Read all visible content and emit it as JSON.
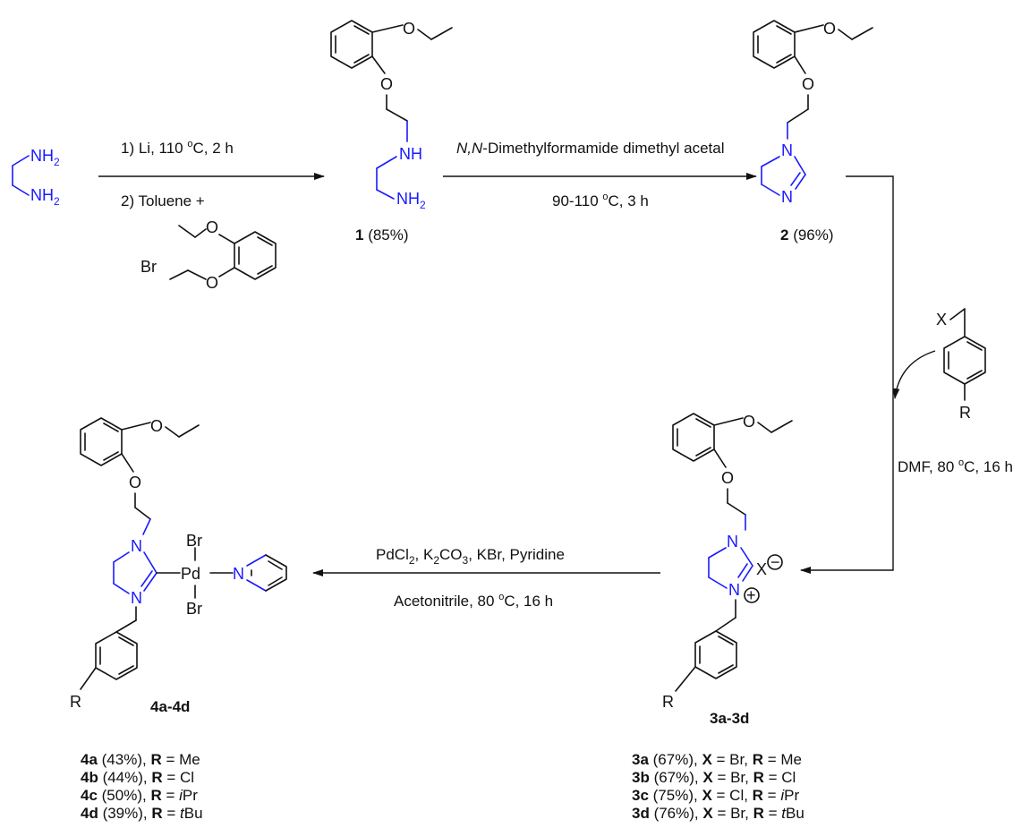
{
  "atoms": {
    "nh2": "NH",
    "nh": "NH",
    "n": "N",
    "o": "O",
    "br": "Br",
    "x": "X",
    "r": "R",
    "pd": "Pd",
    "sub2": "2",
    "minus": "−",
    "plus": "+"
  },
  "step1": {
    "line1_prefix": "1) Li, 110 ",
    "line1_sup": "o",
    "line1_suffix": "C, 2 h",
    "line2": "2) Toluene +"
  },
  "step2": {
    "reagent_italic": "N,N",
    "reagent_rest": "-Dimethylformamide dimethyl acetal",
    "cond_prefix": "90-110 ",
    "cond_sup": "o",
    "cond_suffix": "C, 3 h"
  },
  "step3": {
    "cond_prefix": "DMF, 80 ",
    "cond_sup": "o",
    "cond_suffix": "C, 16 h"
  },
  "step4": {
    "line1": [
      "PdCl",
      "2",
      ", K",
      "2",
      "CO",
      "3",
      ", KBr, Pyridine"
    ],
    "line2_prefix": "Acetonitrile, 80 ",
    "line2_sup": "o",
    "line2_suffix": "C, 16 h"
  },
  "labels": {
    "c1_num": "1",
    "c1_yield": " (85%)",
    "c2_num": "2",
    "c2_yield": " (96%)",
    "c3": "3a-3d",
    "c4": "4a-4d"
  },
  "table3": [
    {
      "id": "3a",
      "yield": " (67%), ",
      "x": " = Br, ",
      "r": " = Me",
      "r_italic": ""
    },
    {
      "id": "3b",
      "yield": " (67%), ",
      "x": " = Br, ",
      "r": " = Cl",
      "r_italic": ""
    },
    {
      "id": "3c",
      "yield": " (75%), ",
      "x": " = Cl, ",
      "r": "Pr",
      "r_italic": "i"
    },
    {
      "id": "3d",
      "yield": " (76%), ",
      "x": " = Br, ",
      "r": "Bu",
      "r_italic": "t"
    }
  ],
  "table4": [
    {
      "id": "4a",
      "yield": " (43%), ",
      "r": " = Me",
      "r_italic": ""
    },
    {
      "id": "4b",
      "yield": " (44%), ",
      "r": " = Cl",
      "r_italic": ""
    },
    {
      "id": "4c",
      "yield": " (50%), ",
      "r": "Pr",
      "r_italic": "i"
    },
    {
      "id": "4d",
      "yield": " (39%), ",
      "r": "Bu",
      "r_italic": "t"
    }
  ],
  "bold_letters": {
    "x": "X",
    "r": "R"
  },
  "colors": {
    "nitrogen": "#1a1aff",
    "ink": "#111111"
  }
}
